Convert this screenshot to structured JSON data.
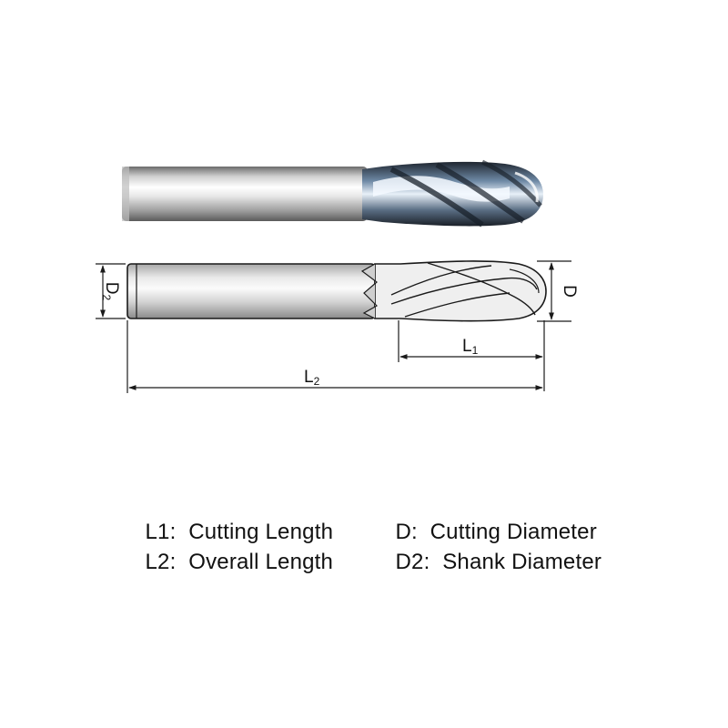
{
  "photo": {
    "name": "ball-nose-end-mill-photo"
  },
  "drawing": {
    "labels": {
      "d2_main": "D",
      "d2_sub": "2",
      "d": "D",
      "l1_main": "L",
      "l1_sub": "1",
      "l2_main": "L",
      "l2_sub": "2"
    }
  },
  "legend": [
    {
      "code": "L1:",
      "text": "Cutting Length"
    },
    {
      "code": "D:",
      "text": "Cutting Diameter"
    },
    {
      "code": "L2:",
      "text": "Overall Length"
    },
    {
      "code": "D2:",
      "text": "Shank Diameter"
    }
  ],
  "colors": {
    "line": "#1a1a1a",
    "shank_light": "#f4f4f4",
    "shank_dark": "#9a9a9a",
    "coating": "#2c3440"
  }
}
